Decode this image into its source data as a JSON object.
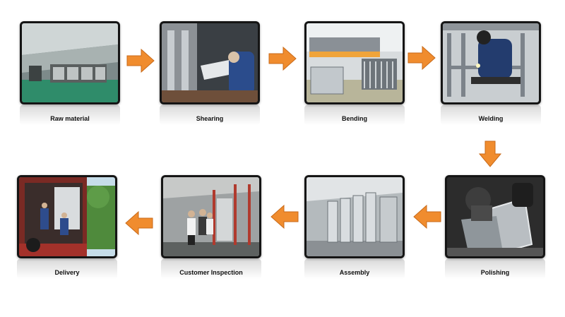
{
  "colors": {
    "arrow": "#f08c2e",
    "arrow_stroke": "#c86a1a",
    "frame": "#151515"
  },
  "steps": [
    {
      "label": "Raw material",
      "icon": "warehouse-photo"
    },
    {
      "label": "Shearing",
      "icon": "shearing-photo"
    },
    {
      "label": "Bending",
      "icon": "bending-photo"
    },
    {
      "label": "Welding",
      "icon": "welding-photo"
    },
    {
      "label": "Polishing",
      "icon": "polishing-photo"
    },
    {
      "label": "Assembly",
      "icon": "assembly-photo"
    },
    {
      "label": "Customer Inspection",
      "icon": "inspection-photo"
    },
    {
      "label": "Delivery",
      "icon": "delivery-photo"
    }
  ],
  "arrows": [
    {
      "direction": "right",
      "icon": "arrow-right-icon"
    },
    {
      "direction": "right",
      "icon": "arrow-right-icon"
    },
    {
      "direction": "right",
      "icon": "arrow-right-icon"
    },
    {
      "direction": "down",
      "icon": "arrow-down-icon"
    },
    {
      "direction": "left",
      "icon": "arrow-left-icon"
    },
    {
      "direction": "left",
      "icon": "arrow-left-icon"
    },
    {
      "direction": "left",
      "icon": "arrow-left-icon"
    }
  ]
}
